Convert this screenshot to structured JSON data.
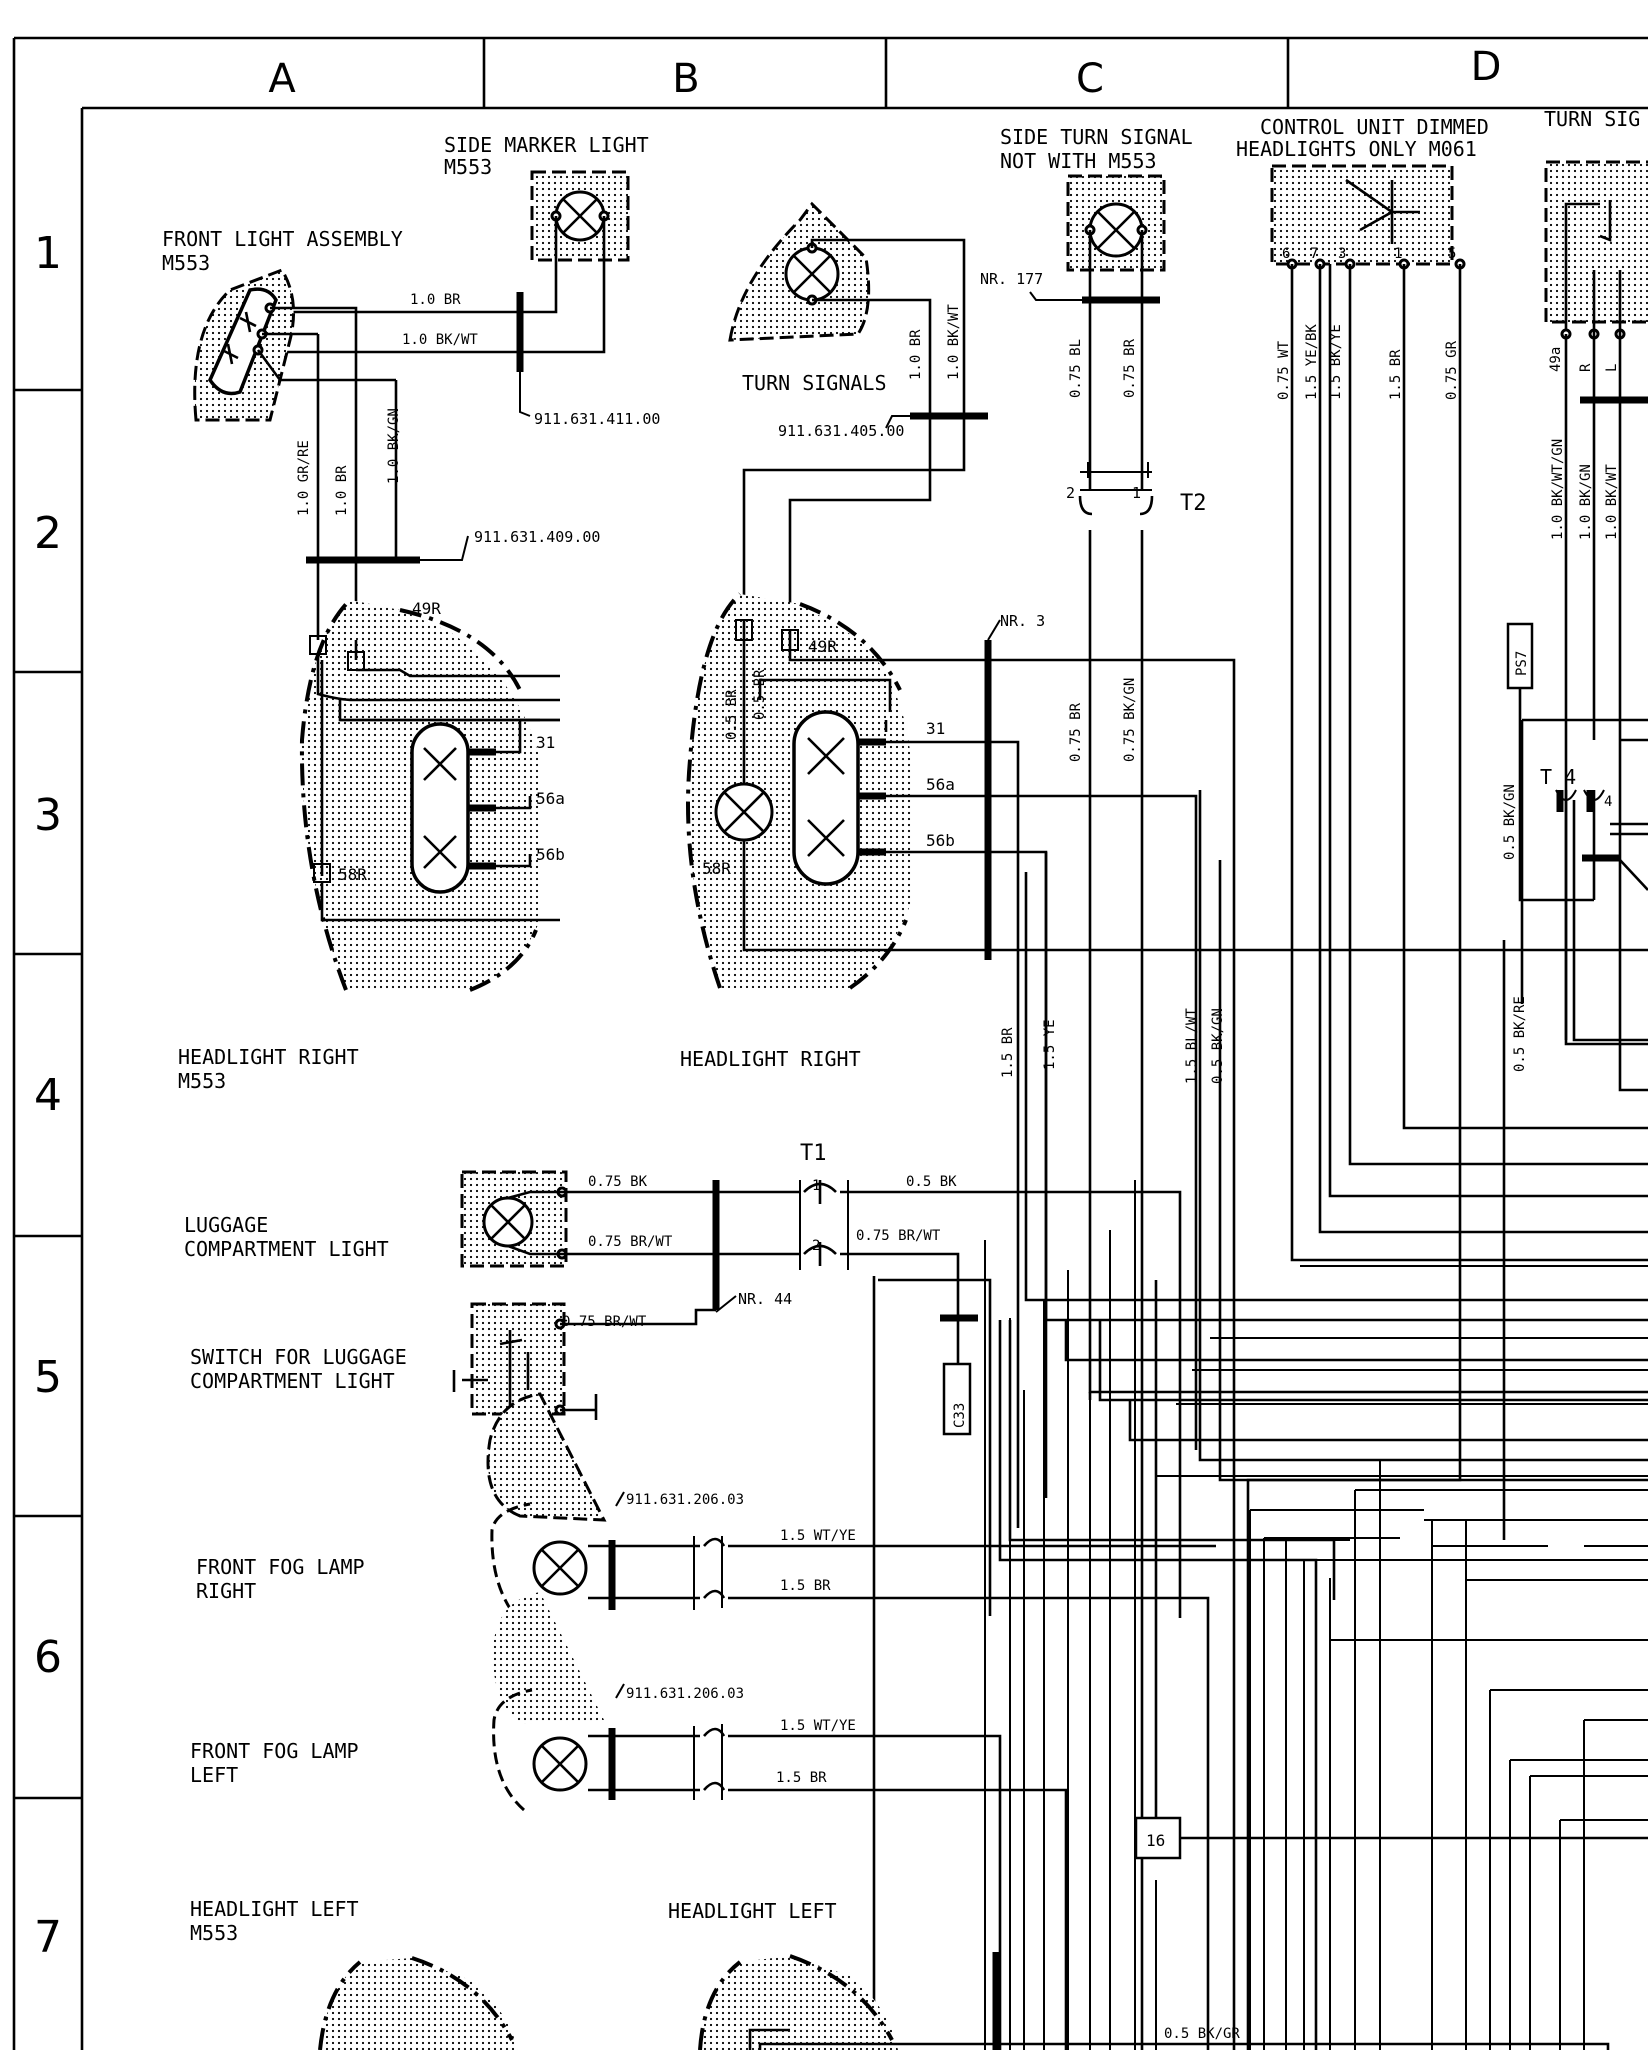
{
  "grid": {
    "columns": [
      "A",
      "B",
      "C",
      "D"
    ],
    "rows": [
      "1",
      "2",
      "3",
      "4",
      "5",
      "6",
      "7"
    ]
  },
  "components": {
    "side_marker_light": {
      "title": "SIDE MARKER LIGHT",
      "code": "M553"
    },
    "side_turn_signal": {
      "title": "SIDE TURN SIGNAL",
      "subtitle": "NOT WITH M553"
    },
    "control_unit": {
      "title": "CONTROL UNIT DIMMED",
      "subtitle": "HEADLIGHTS ONLY M061",
      "pins": [
        "6",
        "7",
        "3",
        "1",
        "5"
      ]
    },
    "turn_signal_cut": {
      "title": "TURN SIG",
      "pins": [
        "49a",
        "R",
        "L"
      ]
    },
    "front_light_assembly": {
      "title": "FRONT LIGHT ASSEMBLY",
      "code": "M553"
    },
    "turn_signals": {
      "title": "TURN SIGNALS"
    },
    "headlight_right_m553": {
      "title": "HEADLIGHT RIGHT",
      "code": "M553",
      "pins": [
        "49R",
        "31",
        "56a",
        "56b",
        "58R"
      ]
    },
    "headlight_right": {
      "title": "HEADLIGHT RIGHT",
      "pins": [
        "49R",
        "31",
        "56a",
        "56b",
        "58R"
      ]
    },
    "luggage_light": {
      "title": "LUGGAGE",
      "subtitle": "COMPARTMENT LIGHT"
    },
    "luggage_switch": {
      "title": "SWITCH FOR LUGGAGE",
      "subtitle": "COMPARTMENT LIGHT"
    },
    "fog_right": {
      "title": "FRONT FOG LAMP",
      "subtitle": "RIGHT",
      "part": "911.631.206.03"
    },
    "fog_left": {
      "title": "FRONT FOG LAMP",
      "subtitle": "LEFT",
      "part": "911.631.206.03"
    },
    "headlight_left_m553": {
      "title": "HEADLIGHT LEFT",
      "code": "M553"
    },
    "headlight_left": {
      "title": "HEADLIGHT LEFT"
    }
  },
  "connectors": {
    "t1": "T1",
    "t1_pin1": "1",
    "t1_pin2": "2",
    "t2": "T2",
    "t2_pin1": "1",
    "t2_pin2": "2",
    "t4": "T 4",
    "t4_pin": "4",
    "nr177": "NR. 177",
    "nr3": "NR. 3",
    "nr44": "NR. 44",
    "ps7": "PS7",
    "c33": "C33",
    "g16": "16"
  },
  "parts": {
    "p411": "911.631.411.00",
    "p405": "911.631.405.00",
    "p409": "911.631.409.00"
  },
  "wires": {
    "fla_br": "1.0 BR",
    "fla_bkwt": "1.0 BK/WT",
    "grre": "1.0 GR/RE",
    "br_a2": "1.0 BR",
    "bkgn_a2": "1.0 BK/GN",
    "ts_br": "1.0 BR",
    "ts_bkwt": "1.0 BK/WT",
    "stn_bl": "0.75 BL",
    "stn_br": "0.75 BR",
    "cu_wt": "0.75 WT",
    "cu_yebk": "1.5 YE/BK",
    "cu_bkye": "1.5 BK/YE",
    "cu_br": "1.5 BR",
    "cu_gr": "0.75 GR",
    "ts_bkwtgn": "1.0 BK/WT/GN",
    "ts_bkgn": "1.0 BK/GN",
    "ts_bkwt2": "1.0 BK/WT",
    "hr_br1": "0.5 BR",
    "hr_br2": "0.5 BR",
    "c3_br": "0.75 BR",
    "c3_bkgn": "0.75 BK/GN",
    "d3_bkgn": "0.5 BK/GN",
    "c4_br": "1.5 BR",
    "c4_ye": "1.5 YE",
    "c4_blwt": "1.5 BL/WT",
    "c4_bkgn": "0.5 BK/GN",
    "d4_bkre": "0.5 BK/RE",
    "lug_bk": "0.75 BK",
    "lug_brwt": "0.75 BR/WT",
    "t1_bk": "0.5 BK",
    "t1_brwt": "0.75 BR/WT",
    "sw_brwt": "0.75 BR/WT",
    "fogr_wtye": "1.5 WT/YE",
    "fogr_br": "1.5 BR",
    "fogl_wtye": "1.5 WT/YE",
    "fogl_br": "1.5 BR",
    "bottom_bkgr": "0.5 BK/GR"
  }
}
